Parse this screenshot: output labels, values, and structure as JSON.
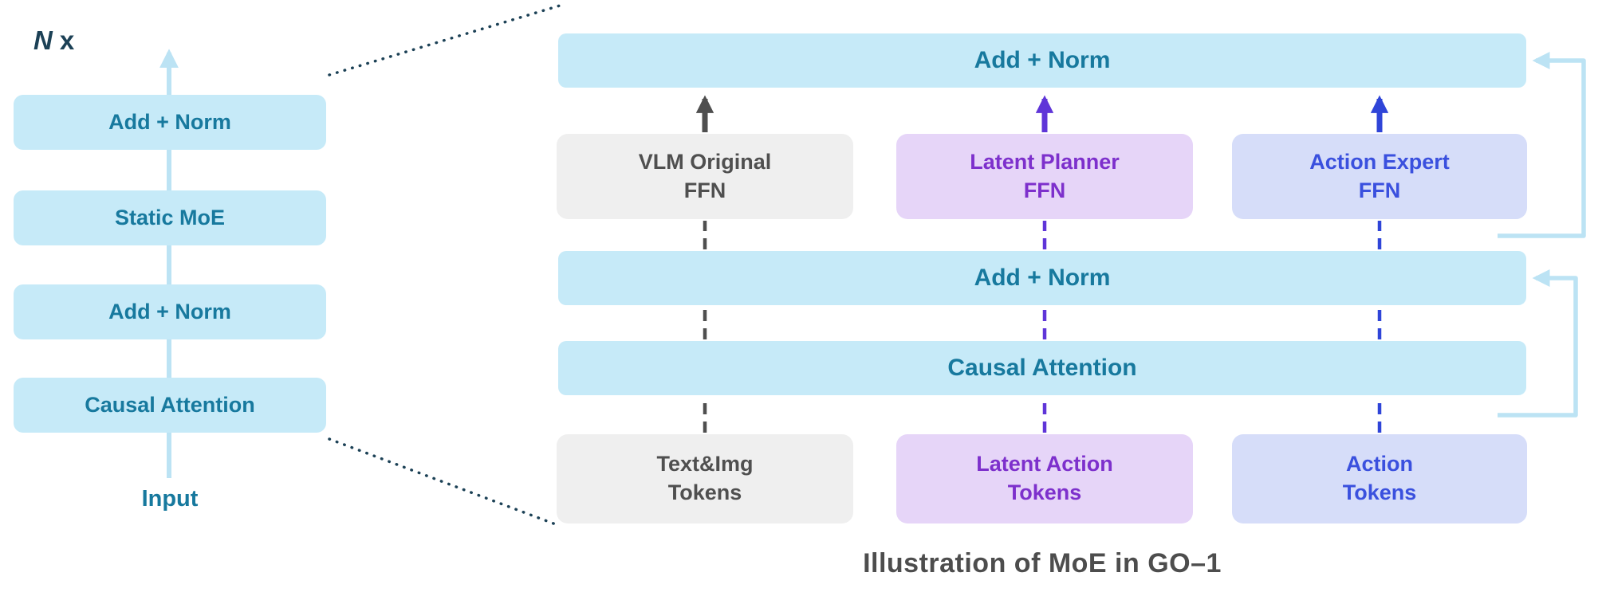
{
  "caption": "Illustration of MoE in GO–1",
  "left_stack": {
    "repeat_n": "N",
    "repeat_x": "x",
    "input_label": "Input",
    "boxes": [
      {
        "label": "Add + Norm"
      },
      {
        "label": "Static MoE"
      },
      {
        "label": "Add + Norm"
      },
      {
        "label": "Causal Attention"
      }
    ]
  },
  "right_diagram": {
    "top_add_norm": "Add + Norm",
    "mid_add_norm": "Add + Norm",
    "causal_attention": "Causal Attention",
    "experts": [
      {
        "line1": "VLM Original",
        "line2": "FFN"
      },
      {
        "line1": "Latent Planner",
        "line2": "FFN"
      },
      {
        "line1": "Action Expert",
        "line2": "FFN"
      }
    ],
    "tokens": [
      {
        "line1": "Text&Img",
        "line2": "Tokens"
      },
      {
        "line1": "Latent Action",
        "line2": "Tokens"
      },
      {
        "line1": "Action",
        "line2": "Tokens"
      }
    ]
  },
  "colors": {
    "cyan_box": "#C6EAF8",
    "teal_text": "#17799E",
    "light_blue": "#BCE3F4",
    "gray_box": "#EFEFEF",
    "gray_text": "#4F4F4F",
    "purple_box": "#E6D5F8",
    "purple_text": "#7D30CC",
    "purple_arrow": "#5F35D8",
    "blue_box": "#D6DDF9",
    "blue_text": "#3A50DE",
    "blue_arrow": "#2F45D8",
    "dotted_line": "#1C4156",
    "caption_text": "#4D4D4D"
  }
}
